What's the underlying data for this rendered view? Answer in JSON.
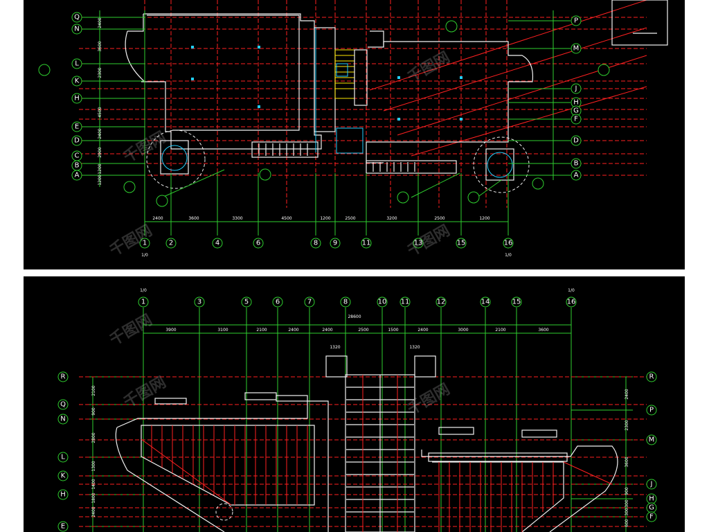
{
  "top": {
    "axes_bottom": [
      "1",
      "2",
      "4",
      "6",
      "8",
      "9",
      "11",
      "13",
      "15",
      "16"
    ],
    "axes_left": [
      "Q",
      "N",
      "L",
      "K",
      "H",
      "E",
      "D",
      "C",
      "B",
      "A"
    ],
    "axes_right": [
      "P",
      "M",
      "J",
      "H",
      "G",
      "F",
      "D",
      "B",
      "A"
    ],
    "dims_bottom": [
      "2400",
      "3600",
      "3300",
      "4500",
      "1200",
      "2500",
      "3200",
      "2500",
      "1200"
    ],
    "dims_left": [
      "2400",
      "3600",
      "2300",
      "4500",
      "2400",
      "2900",
      "1200",
      "1200"
    ],
    "axis_1_sub": "1/0",
    "axis_16_sub": "1/0"
  },
  "bottom": {
    "axes_top": [
      "1",
      "3",
      "5",
      "6",
      "7",
      "8",
      "10",
      "11",
      "12",
      "14",
      "15",
      "16"
    ],
    "axes_left": [
      "R",
      "Q",
      "N",
      "L",
      "K",
      "H",
      "E"
    ],
    "axes_right": [
      "R",
      "P",
      "M",
      "J",
      "H",
      "G",
      "F"
    ],
    "dims_top": [
      "3900",
      "3100",
      "2100",
      "2400",
      "2400",
      "2500",
      "1500",
      "2400",
      "3000",
      "2100",
      "3600"
    ],
    "total_top": "28600",
    "dims_left": [
      "2100",
      "900",
      "2800",
      "1300",
      "1400",
      "1800",
      "2400"
    ],
    "dims_right": [
      "2400",
      "2300",
      "3600",
      "900",
      "300",
      "300",
      "600"
    ],
    "stair_dim_a": "1320",
    "stair_dim_b": "1320",
    "axis_1_sub": "1/0",
    "axis_16_sub": "1/0"
  },
  "watermark": "千图网"
}
